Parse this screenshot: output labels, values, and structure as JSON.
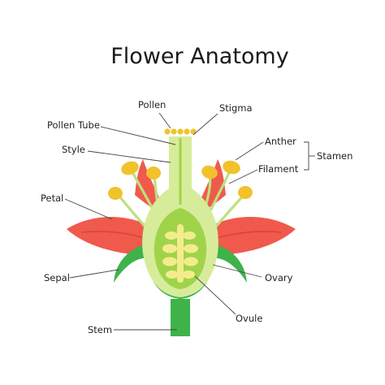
{
  "title": "Flower Anatomy",
  "labels": {
    "pollen": "Pollen",
    "stigma": "Stigma",
    "pollen_tube": "Pollen Tube",
    "style": "Style",
    "anther": "Anther",
    "filament": "Filament",
    "stamen": "Stamen",
    "petal": "Petal",
    "sepal": "Sepal",
    "ovary": "Ovary",
    "ovule": "Ovule",
    "stem": "Stem"
  },
  "colors": {
    "petal": "#ef5a4d",
    "petal_shadow": "#d9443a",
    "sepal": "#3db34a",
    "pistil": "#d7ec9a",
    "ovary_inner": "#9fd44a",
    "ovule": "#f4ec8c",
    "anther": "#f1c22c",
    "filament": "#bfe07c",
    "line": "#444444"
  }
}
